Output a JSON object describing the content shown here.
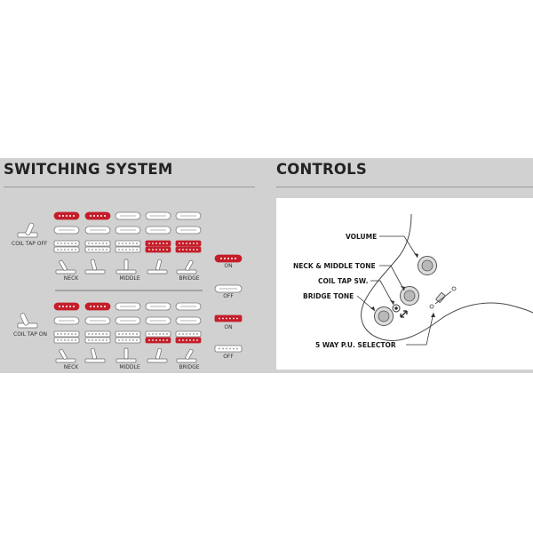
{
  "switching": {
    "title": "SWITCHING SYSTEM",
    "coil_tap_off": "COIL TAP OFF",
    "coil_tap_on": "COIL TAP ON",
    "positions": [
      "NECK",
      "MIDDLE",
      "BRIDGE"
    ],
    "legend": {
      "on": "ON",
      "off": "OFF"
    }
  },
  "controls": {
    "title": "CONTROLS",
    "labels": {
      "volume": "VOLUME",
      "neck_middle_tone": "NECK & MIDDLE TONE",
      "coil_tap_sw": "COIL TAP SW.",
      "bridge_tone": "BRIDGE TONE",
      "selector": "5 WAY P.U. SELECTOR"
    }
  },
  "colors": {
    "on": "#c41e2a",
    "panel": "#d1d1d1",
    "off": "#ffffff"
  },
  "pickup_states": {
    "coil_tap_off": [
      [
        "on",
        "on",
        "off",
        "off",
        "off"
      ],
      [
        "off",
        "off",
        "off",
        "off",
        "off"
      ],
      [
        "off",
        "off",
        "off",
        "on",
        "on"
      ]
    ],
    "coil_tap_on": [
      [
        "on",
        "on",
        "off",
        "off",
        "off"
      ],
      [
        "off",
        "off",
        "off",
        "off",
        "off"
      ],
      [
        "off",
        "off",
        "off",
        "half",
        "half"
      ]
    ]
  }
}
